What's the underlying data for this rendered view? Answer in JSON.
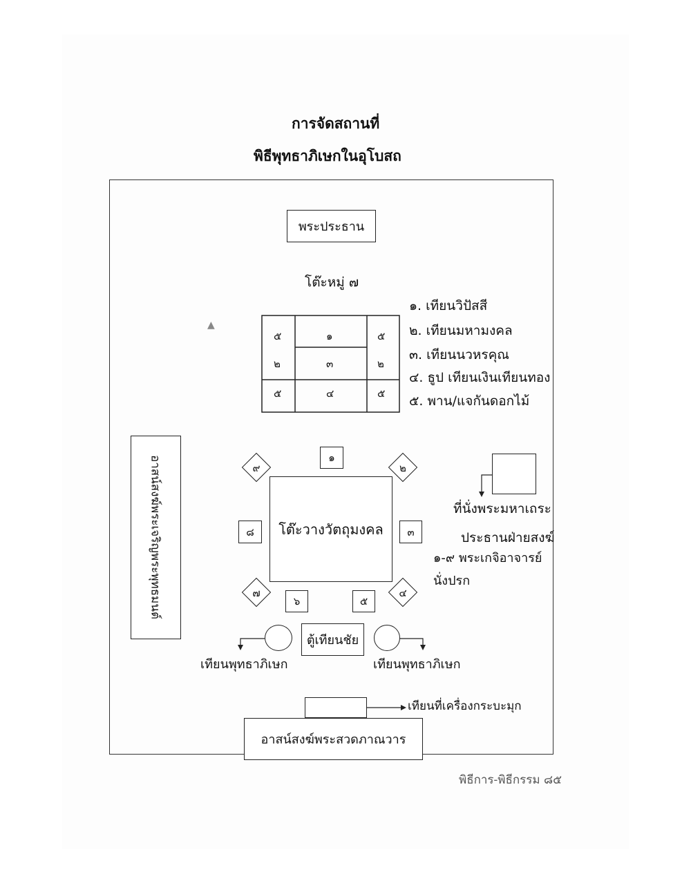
{
  "title": "การจัดสถานที่",
  "subtitle": "พิธีพุทธาภิเษกในอุโบสถ",
  "presiding_monk": "พระประธาน",
  "altar_table": {
    "label": "โต๊ะหมู่ ๗",
    "cells": {
      "top_left": "๕",
      "top_center": "๑",
      "top_right": "๕",
      "mid_left": "๒",
      "mid_center": "๓",
      "mid_right": "๒",
      "bot_left": "๕",
      "bot_center": "๔",
      "bot_right": "๕"
    }
  },
  "legend": [
    "๑. เทียนวิปัสสี",
    "๒. เทียนมหามงคล",
    "๓. เทียนนวหรคุณ",
    "๔. ธูป เทียนเงินเทียนทอง",
    "๕. พาน/แจกันดอกไม้"
  ],
  "seats": {
    "s1": "๑",
    "s2": "๒",
    "s3": "๓",
    "s4": "๔",
    "s5": "๕",
    "s6": "๖",
    "s7": "๗",
    "s8": "๘",
    "s9": "๙"
  },
  "center_table": "โต๊ะวางวัตถุมงคล",
  "left_bench": "อาสน์สงฆ์พระเจริญพระพุทธมนต์",
  "abbot_seat_note": {
    "line1": "ที่นั่งพระมหาเถระ",
    "line2": "ประธานฝ่ายสงฆ์",
    "line3": "๑-๙ พระเกจิอาจารย์",
    "line4": "นั่งปรก"
  },
  "victory_candle": "ตู้เทียนชัย",
  "consecration_candle_left": "เทียนพุทธาภิเษก",
  "consecration_candle_right": "เทียนพุทธาภิเษก",
  "offering_candle": "เทียนที่เครื่องกระบะมุก",
  "chanting_bench": "อาสน์สงฆ์พระสวดภาณวาร",
  "footer": "พิธีการ-พิธีกรรม ๘๕"
}
